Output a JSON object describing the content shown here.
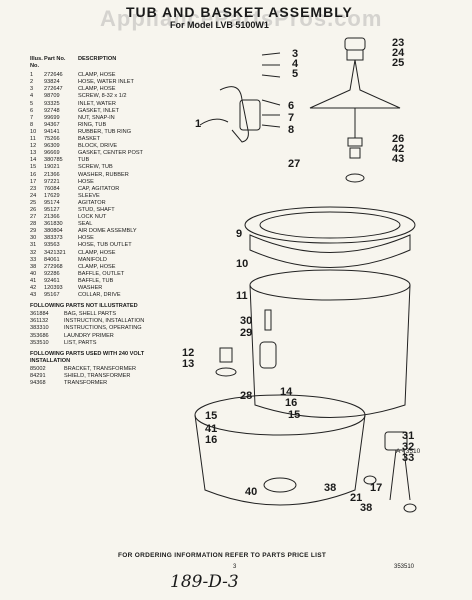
{
  "title": "TUB AND BASKET ASSEMBLY",
  "subtitle": "For Model LVB 5100W1",
  "watermark": "AppliancePartsPros.com",
  "parts_header": {
    "illus": "Illus. No.",
    "part": "Part No.",
    "desc": "DESCRIPTION"
  },
  "parts": [
    {
      "n": "1",
      "p": "272646",
      "d": "CLAMP, HOSE"
    },
    {
      "n": "2",
      "p": "93824",
      "d": "HOSE, WATER INLET"
    },
    {
      "n": "3",
      "p": "272647",
      "d": "CLAMP, HOSE"
    },
    {
      "n": "4",
      "p": "98709",
      "d": "SCREW, 8-32 x 1/2"
    },
    {
      "n": "5",
      "p": "93325",
      "d": "INLET, WATER"
    },
    {
      "n": "6",
      "p": "92748",
      "d": "GASKET, INLET"
    },
    {
      "n": "7",
      "p": "99699",
      "d": "NUT, SNAP-IN"
    },
    {
      "n": "8",
      "p": "94367",
      "d": "RING, TUB"
    },
    {
      "n": "10",
      "p": "94141",
      "d": "RUBBER, TUB RING"
    },
    {
      "n": "11",
      "p": "75266",
      "d": "BASKET"
    },
    {
      "n": "12",
      "p": "96309",
      "d": "BLOCK, DRIVE"
    },
    {
      "n": "13",
      "p": "96669",
      "d": "GASKET, CENTER POST"
    },
    {
      "n": "14",
      "p": "380785",
      "d": "TUB"
    },
    {
      "n": "15",
      "p": "19021",
      "d": "SCREW, TUB"
    },
    {
      "n": "16",
      "p": "21366",
      "d": "WASHER, RUBBER"
    },
    {
      "n": "17",
      "p": "97221",
      "d": "HOSE"
    },
    {
      "n": "23",
      "p": "76084",
      "d": "CAP, AGITATOR"
    },
    {
      "n": "24",
      "p": "17629",
      "d": "SLEEVE"
    },
    {
      "n": "25",
      "p": "95174",
      "d": "AGITATOR"
    },
    {
      "n": "26",
      "p": "95127",
      "d": "STUD, SHAFT"
    },
    {
      "n": "27",
      "p": "21366",
      "d": "LOCK NUT"
    },
    {
      "n": "28",
      "p": "361830",
      "d": "SEAL"
    },
    {
      "n": "29",
      "p": "380804",
      "d": "AIR DOME ASSEMBLY"
    },
    {
      "n": "30",
      "p": "383373",
      "d": "HOSE"
    },
    {
      "n": "31",
      "p": "93563",
      "d": "HOSE, TUB OUTLET"
    },
    {
      "n": "32",
      "p": "3421321",
      "d": "CLAMP, HOSE"
    },
    {
      "n": "33",
      "p": "84061",
      "d": "MANIFOLD"
    },
    {
      "n": "38",
      "p": "272968",
      "d": "CLAMP, HOSE"
    },
    {
      "n": "40",
      "p": "92286",
      "d": "BAFFLE, OUTLET"
    },
    {
      "n": "41",
      "p": "92461",
      "d": "BAFFLE, TUB"
    },
    {
      "n": "42",
      "p": "120393",
      "d": "WASHER"
    },
    {
      "n": "43",
      "p": "95167",
      "d": "COLLAR, DRIVE"
    }
  ],
  "not_illustrated_title": "FOLLOWING PARTS NOT ILLUSTRATED",
  "not_illustrated": [
    {
      "p": "361884",
      "d": "BAG, SHELL PARTS"
    },
    {
      "p": "361132",
      "d": "INSTRUCTION, INSTALLATION"
    },
    {
      "p": "383310",
      "d": "INSTRUCTIONS, OPERATING"
    },
    {
      "p": "353686",
      "d": "LAUNDRY PRIMER"
    },
    {
      "p": "353510",
      "d": "LIST, PARTS"
    }
  ],
  "volt_title": "FOLLOWING PARTS USED WITH 240 VOLT INSTALLATION",
  "volt_parts": [
    {
      "p": "85002",
      "d": "BRACKET, TRANSFORMER"
    },
    {
      "p": "84291",
      "d": "SHIELD, TRANSFORMER"
    },
    {
      "p": "94368",
      "d": "TRANSFORMER"
    }
  ],
  "callouts": [
    "3",
    "4",
    "5",
    "6",
    "7",
    "8",
    "1",
    "23",
    "24",
    "25",
    "26",
    "42",
    "43",
    "27",
    "9",
    "10",
    "11",
    "30",
    "29",
    "12",
    "13",
    "28",
    "15",
    "14",
    "16",
    "15",
    "41",
    "16",
    "40",
    "31",
    "32",
    "33",
    "38",
    "21",
    "17",
    "38"
  ],
  "ref_label": "A - 3510",
  "footer": "FOR ORDERING INFORMATION REFER TO PARTS PRICE LIST",
  "page_number": "3",
  "doc_number": "353510",
  "handwritten": "189-D-3"
}
